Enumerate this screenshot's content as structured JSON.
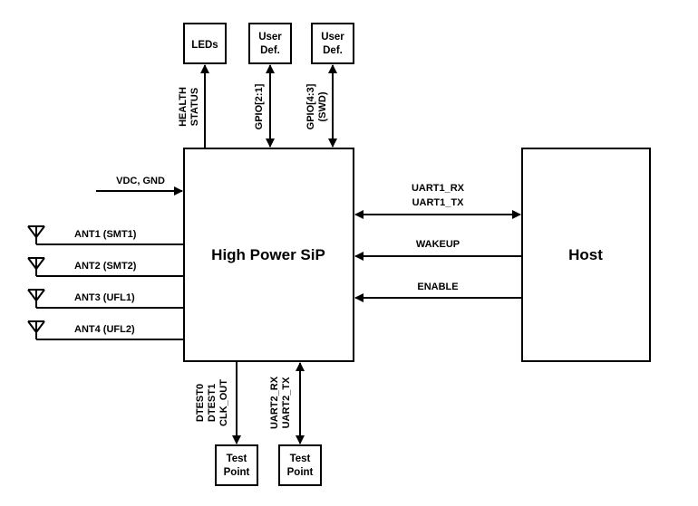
{
  "main_block": {
    "label": "High Power SiP"
  },
  "host_block": {
    "label": "Host"
  },
  "top_blocks": {
    "leds": {
      "label": "LEDs"
    },
    "user_def_1": {
      "line1": "User",
      "line2": "Def."
    },
    "user_def_2": {
      "line1": "User",
      "line2": "Def."
    }
  },
  "bottom_blocks": {
    "test_point_1": {
      "line1": "Test",
      "line2": "Point"
    },
    "test_point_2": {
      "line1": "Test",
      "line2": "Point"
    }
  },
  "signals": {
    "health_status": {
      "line1": "HEALTH",
      "line2": "STATUS"
    },
    "gpio_2_1": {
      "line1": "GPIO[2:1]"
    },
    "gpio_4_3": {
      "line1": "GPIO[4:3]",
      "line2": "(SWD)"
    },
    "vdc_gnd": "VDC, GND",
    "uart1": {
      "line1": "UART1_RX",
      "line2": "UART1_TX"
    },
    "wakeup": "WAKEUP",
    "enable": "ENABLE",
    "dtest": {
      "line1": "DTEST0",
      "line2": "DTEST1",
      "line3": "CLK_OUT"
    },
    "uart2": {
      "line1": "UART2_RX",
      "line2": "UART2_TX"
    }
  },
  "antennas": [
    {
      "label": "ANT1 (SMT1)"
    },
    {
      "label": "ANT2 (SMT2)"
    },
    {
      "label": "ANT3 (UFL1)"
    },
    {
      "label": "ANT4 (UFL2)"
    }
  ]
}
